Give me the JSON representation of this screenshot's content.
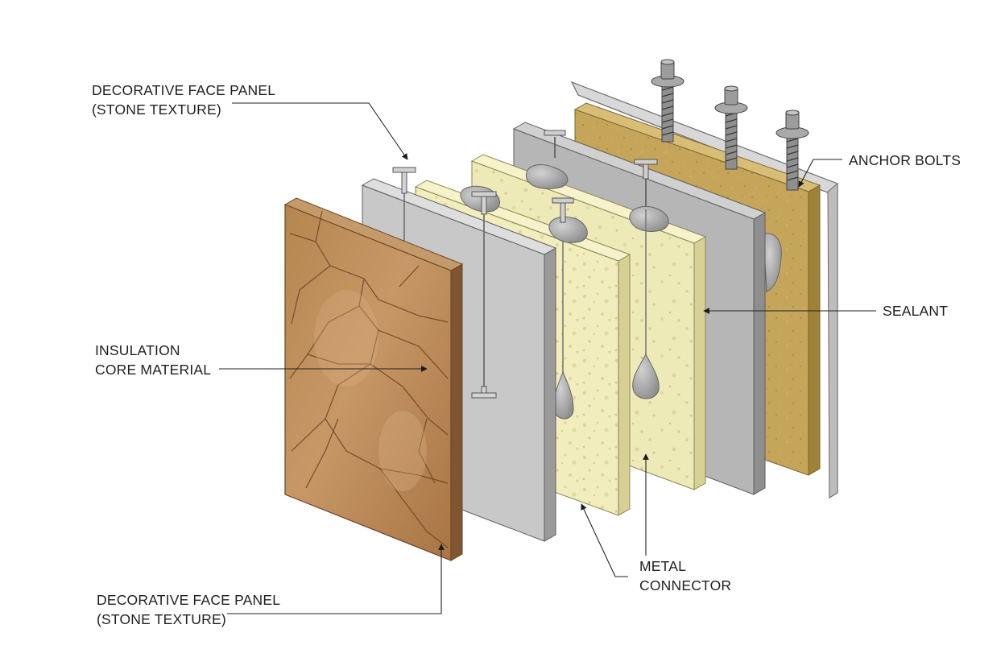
{
  "labels": {
    "face_panel_top": [
      "DECORATIVE FACE PANEL",
      "(STONE TEXTURE)"
    ],
    "insulation": [
      "INSULATION",
      "CORE MATERIAL"
    ],
    "face_panel_bottom": [
      "DECORATIVE FACE PANEL",
      "(STONE TEXTURE)"
    ],
    "anchor_bolts": [
      "ANCHOR BOLTS"
    ],
    "sealant": [
      "SEALANT"
    ],
    "metal_connector": [
      "METAL",
      "CONNECTOR"
    ]
  },
  "colors": {
    "stone": "#b7834e",
    "stone_dark": "#8a5a30",
    "cement_board": "#c9c9c9",
    "insulation_light": "#efeab5",
    "metal_plate": "#b4b4b4",
    "backing_board": "#c5a65a",
    "sealant": "#9a9a9a",
    "bolt": "#8f8f8f"
  }
}
